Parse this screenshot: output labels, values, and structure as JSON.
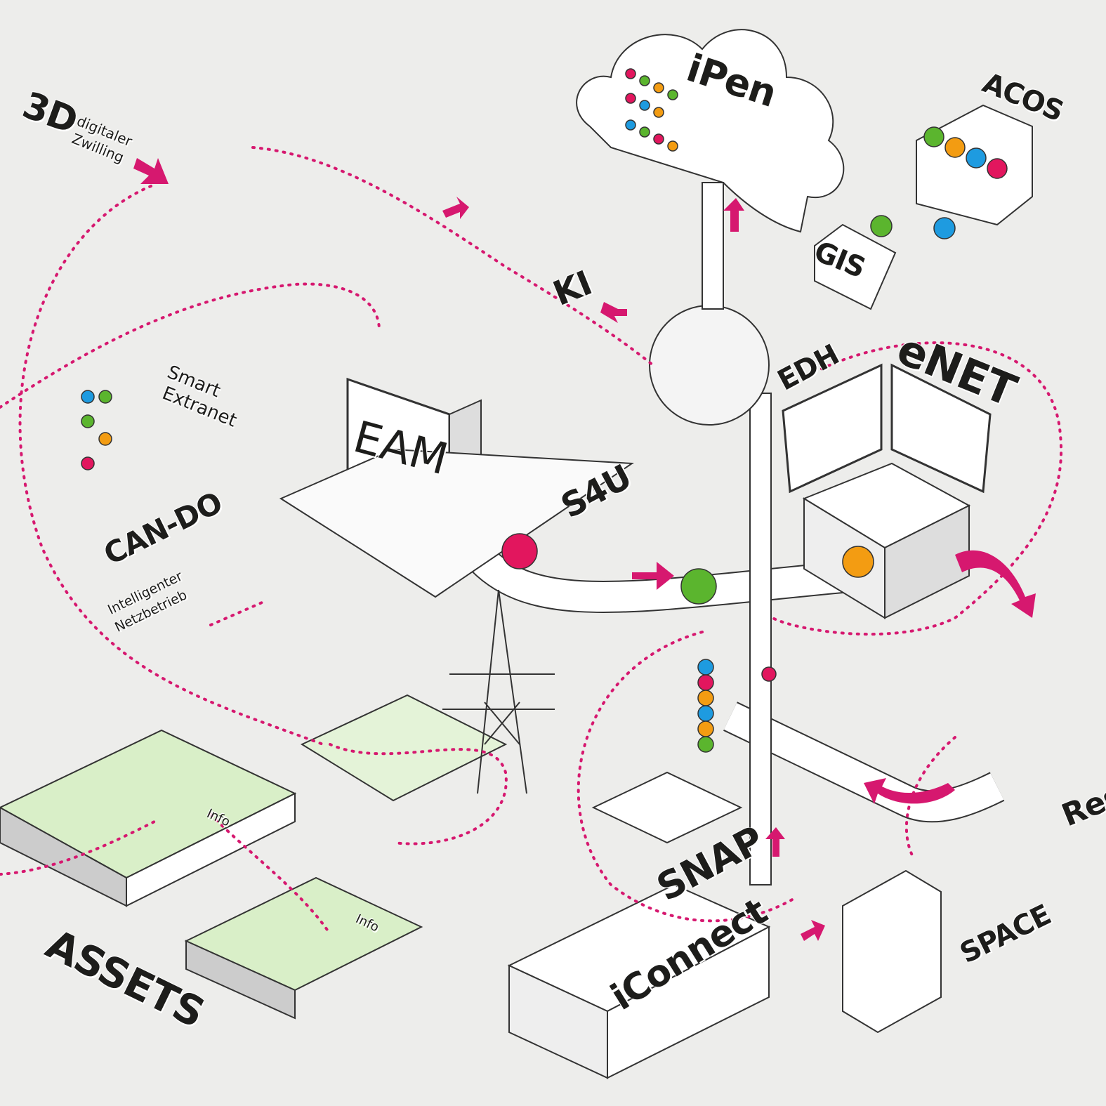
{
  "colors": {
    "background": "#ededeb",
    "accent": "#d6186f",
    "ball_green": "#5bb52e",
    "ball_orange": "#f39c12",
    "ball_blue": "#1e9be0",
    "ball_red": "#e2165e",
    "ground_green": "#d9efc8"
  },
  "labels": {
    "three_d": "3D",
    "digital_twin_1": "digitaler",
    "digital_twin_2": "Zwilling",
    "ipen": "iPen",
    "acos": "ACOS",
    "gis": "GIS",
    "ki": "KI",
    "edh": "EDH",
    "enet": "eNET",
    "smart_extranet_1": "Smart",
    "smart_extranet_2": "Extranet",
    "eam": "EAM",
    "s4u": "S4U",
    "can_do": "CAN-DO",
    "netzbetrieb_1": "Intelligenter",
    "netzbetrieb_2": "Netzbetrieb",
    "assets": "ASSETS",
    "info_1": "Info",
    "info_2": "Info",
    "snap": "SNAP",
    "iconnect": "iConnect",
    "space": "SPACE",
    "res": "Res"
  }
}
